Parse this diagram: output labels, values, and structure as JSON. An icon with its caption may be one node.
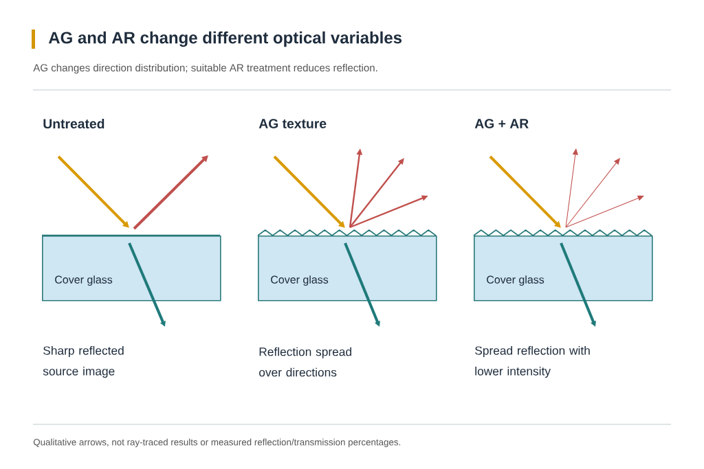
{
  "diagram": {
    "title": "AG and AR change different optical variables",
    "nodes": [
      {
        "text": [
          "Cover glass"
        ]
      },
      {
        "text": [
          "Cover glass"
        ]
      },
      {
        "text": [
          "Cover glass"
        ]
      }
    ],
    "labels": [
      "AG changes direction distribution; suitable AR treatment reduces reflection.",
      "Untreated",
      "AG texture",
      "AG + AR",
      "Sharp reflected source image",
      "Reflection spread over directions",
      "Spread reflection with lower intensity",
      "Qualitative arrows, not ray-traced results or measured reflection/transmission percentages."
    ]
  }
}
